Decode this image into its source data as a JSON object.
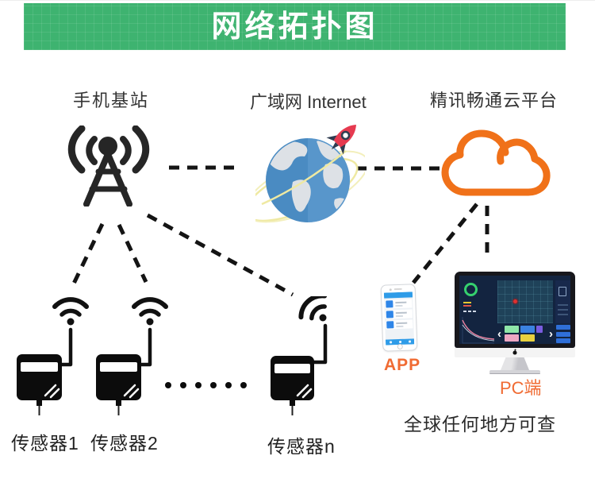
{
  "header": {
    "title": "网络拓扑图"
  },
  "colors": {
    "banner_green": "#3eb370",
    "cloud_orange": "#f07119",
    "label_orange": "#f06b33",
    "icon_black": "#111111",
    "dash_line": "#141414",
    "globe_blue": "#4a8bc2"
  },
  "nodes": {
    "base_station": {
      "label": "手机基站",
      "icon": "cell-tower-icon"
    },
    "internet": {
      "label": "广域网 Internet",
      "icon": "globe-rocket-icon"
    },
    "cloud_platform": {
      "label": "精讯畅通云平台",
      "icon": "cloud-icon"
    },
    "sensor_1": {
      "label": "传感器1",
      "icon": "sensor-device-icon"
    },
    "sensor_2": {
      "label": "传感器2",
      "icon": "sensor-device-icon"
    },
    "sensor_n": {
      "label": "传感器n",
      "icon": "sensor-device-icon"
    },
    "app": {
      "label": "APP",
      "icon": "smartphone-icon"
    },
    "pc": {
      "label": "PC端",
      "icon": "desktop-monitor-icon"
    }
  },
  "caption": {
    "text": "全球任何地方可查"
  },
  "connections": [
    {
      "from": "base_station",
      "to": "internet",
      "style": "dashed"
    },
    {
      "from": "internet",
      "to": "cloud_platform",
      "style": "dashed"
    },
    {
      "from": "base_station",
      "to": "sensor_1",
      "style": "dashed"
    },
    {
      "from": "base_station",
      "to": "sensor_2",
      "style": "dashed"
    },
    {
      "from": "base_station",
      "to": "sensor_n",
      "style": "dashed"
    },
    {
      "from": "cloud_platform",
      "to": "app",
      "style": "dashed"
    },
    {
      "from": "cloud_platform",
      "to": "pc",
      "style": "dashed"
    }
  ]
}
